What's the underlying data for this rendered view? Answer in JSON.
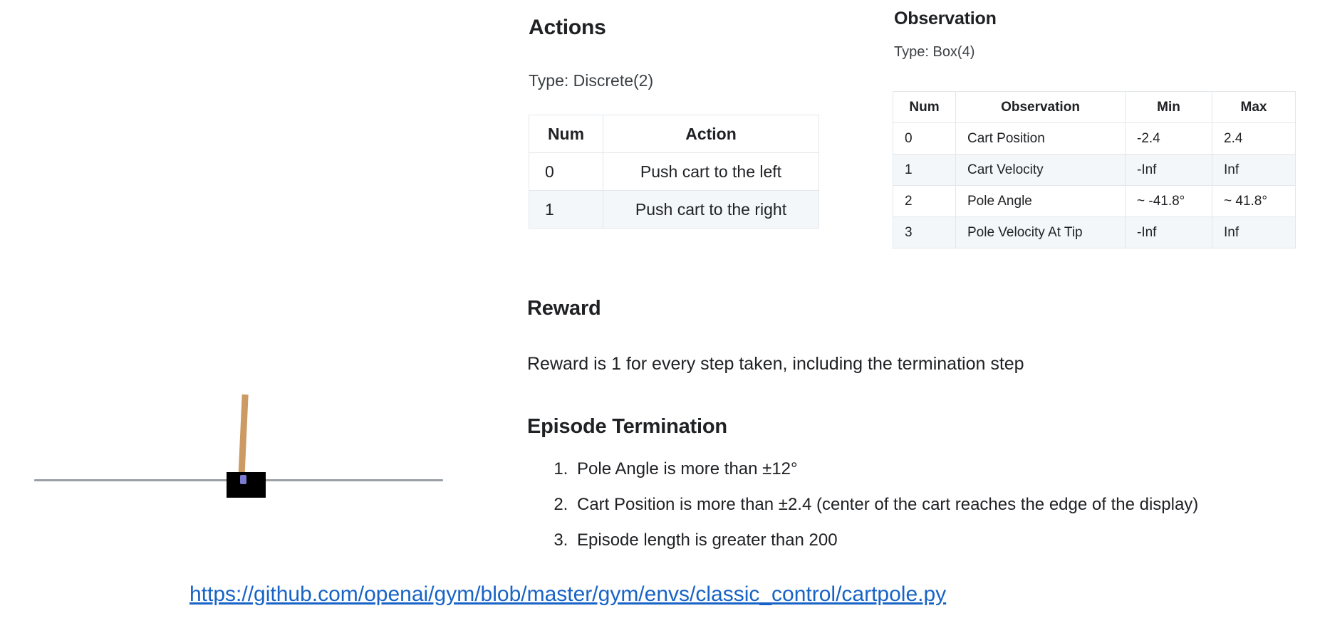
{
  "figure": {
    "name": "cartpole-illustration",
    "track_color": "#9aa0a6",
    "cart_color": "#000000",
    "pole_color": "#cc9a63",
    "axle_color": "#7b7bd0"
  },
  "actions": {
    "heading": "Actions",
    "type_label": "Type: Discrete(2)",
    "columns": [
      "Num",
      "Action"
    ],
    "rows": [
      {
        "num": "0",
        "action": "Push cart to the left"
      },
      {
        "num": "1",
        "action": "Push cart to the right"
      }
    ]
  },
  "observation": {
    "heading": "Observation",
    "type_label": "Type: Box(4)",
    "columns": [
      "Num",
      "Observation",
      "Min",
      "Max"
    ],
    "rows": [
      {
        "num": "0",
        "observation": "Cart Position",
        "min": "-2.4",
        "max": "2.4"
      },
      {
        "num": "1",
        "observation": "Cart Velocity",
        "min": "-Inf",
        "max": "Inf"
      },
      {
        "num": "2",
        "observation": "Pole Angle",
        "min": "~ -41.8°",
        "max": "~ 41.8°"
      },
      {
        "num": "3",
        "observation": "Pole Velocity At Tip",
        "min": "-Inf",
        "max": "Inf"
      }
    ]
  },
  "reward": {
    "heading": "Reward",
    "text": "Reward is 1 for every step taken, including the termination step"
  },
  "termination": {
    "heading": "Episode Termination",
    "items": [
      "Pole Angle is more than ±12°",
      "Cart Position is more than ±2.4 (center of the cart reaches the edge of the display)",
      "Episode length is greater than 200"
    ]
  },
  "link": {
    "text": "https://github.com/openai/gym/blob/master/gym/envs/classic_control/cartpole.py",
    "color": "#1763c6"
  }
}
